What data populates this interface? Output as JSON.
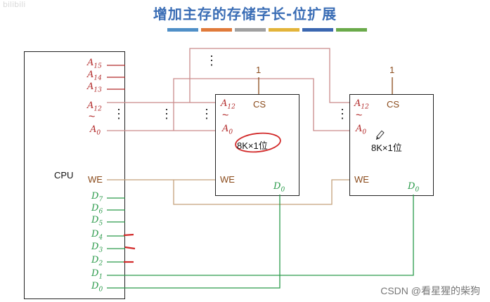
{
  "title": "增加主存的存储字长-位扩展",
  "title_bar_colors": [
    "#4f8fc7",
    "#e07a3a",
    "#a0a0a0",
    "#e3b43a",
    "#3a66b0",
    "#6aaa4a"
  ],
  "colors": {
    "address": "#b22a2a",
    "data": "#2a9a4a",
    "control": "#8a4a1a",
    "cs_wire": "#c98a8a",
    "we_wire": "#c4a07a",
    "title": "#3a6db5",
    "mark": "#d22a2a"
  },
  "cpu": {
    "label": "CPU",
    "address_pins": [
      {
        "base": "A",
        "sub": "15"
      },
      {
        "base": "A",
        "sub": "14"
      },
      {
        "base": "A",
        "sub": "13"
      },
      {
        "base": "A",
        "sub": "12"
      },
      {
        "base": "A",
        "sub": "0"
      }
    ],
    "tilde": "~",
    "we": "WE",
    "data_pins": [
      {
        "base": "D",
        "sub": "7"
      },
      {
        "base": "D",
        "sub": "6"
      },
      {
        "base": "D",
        "sub": "5"
      },
      {
        "base": "D",
        "sub": "4"
      },
      {
        "base": "D",
        "sub": "3"
      },
      {
        "base": "D",
        "sub": "2"
      },
      {
        "base": "D",
        "sub": "1"
      },
      {
        "base": "D",
        "sub": "0"
      }
    ]
  },
  "chips": [
    {
      "cs_input": "1",
      "pins": {
        "a12_base": "A",
        "a12_sub": "12",
        "tilde": "~",
        "a0_base": "A",
        "a0_sub": "0",
        "cs": "CS",
        "we": "WE",
        "d_base": "D",
        "d_sub": "0"
      },
      "capacity": "8K×1位"
    },
    {
      "cs_input": "1",
      "pins": {
        "a12_base": "A",
        "a12_sub": "12",
        "tilde": "~",
        "a0_base": "A",
        "a0_sub": "0",
        "cs": "CS",
        "we": "WE",
        "d_base": "D",
        "d_sub": "0"
      },
      "capacity": "8K×1位"
    }
  ],
  "ellipsis": "⋮",
  "watermark": "CSDN @看星猩的柴狗",
  "corner_watermark": "bilibili"
}
